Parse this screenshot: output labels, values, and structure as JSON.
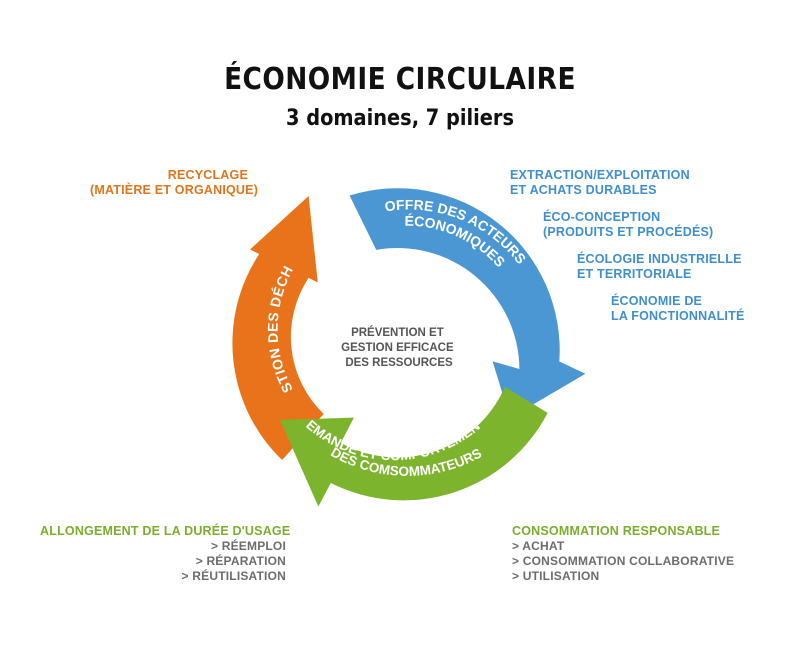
{
  "title": "ÉCONOMIE CIRCULAIRE",
  "subtitle": "3 domaines, 7 piliers",
  "center": [
    "PRÉVENTION ET",
    "GESTION EFFICACE",
    "DES RESSOURCES"
  ],
  "domains": {
    "waste": {
      "label": "GESTION DES DÉCHETS",
      "color": "#E8731A"
    },
    "supply": {
      "label_lines": [
        "OFFRE DES ACTEURS",
        "ÉCONOMIQUES"
      ],
      "color": "#4A97D4"
    },
    "demand": {
      "label_lines": [
        "DEMANDE ET COMPORTEMENT",
        "DES COMSOMMATEURS"
      ],
      "color": "#7DB42E"
    }
  },
  "pillars": {
    "recyclage": [
      "RECYCLAGE",
      "(MATIÈRE ET ORGANIQUE)"
    ],
    "extraction": [
      "EXTRACTION/EXPLOITATION",
      "ET ACHATS DURABLES"
    ],
    "eco_conception": [
      "ÉCO-CONCEPTION",
      "(PRODUITS ET PROCÉDÉS)"
    ],
    "ecologie": [
      "ÉCOLOGIE INDUSTRIELLE",
      "ET TERRITORIALE"
    ],
    "fonctionnalite": [
      "ÉCONOMIE DE",
      "LA FONCTIONNALITÉ"
    ],
    "allongement": {
      "title": "ALLONGEMENT DE LA DURÉE D'USAGE",
      "items": [
        "> Réemploi",
        "> Réparation",
        "> Réutilisation"
      ]
    },
    "consommation": {
      "title": "CONSOMMATION RESPONSABLE",
      "items": [
        "> Achat",
        "> Consommation collaborative",
        "> Utilisation"
      ]
    }
  }
}
